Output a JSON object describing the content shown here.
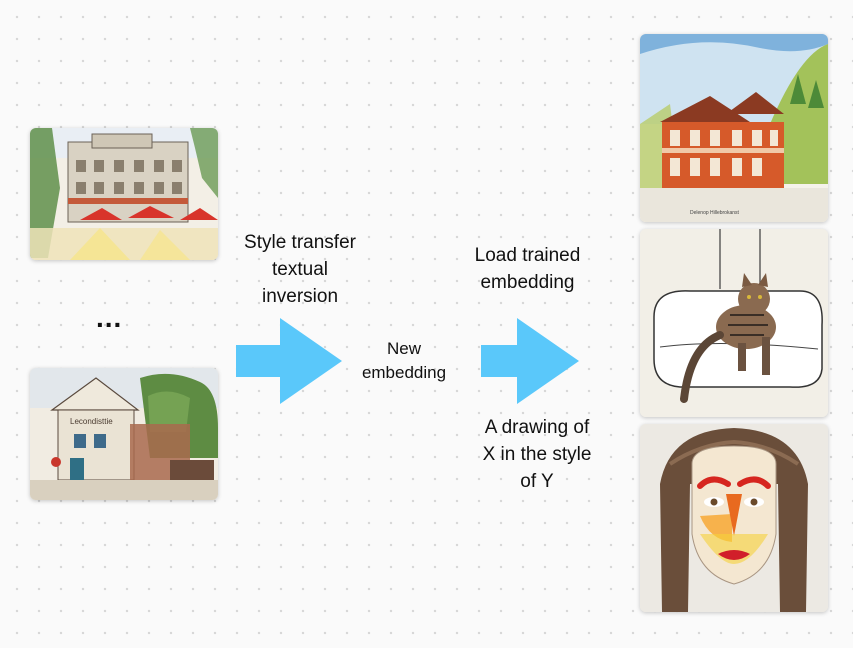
{
  "labels": {
    "style_transfer": "Style transfer\ntextual\ninversion",
    "new_embedding": "New\nembedding",
    "load_trained": "Load trained\nembedding",
    "prompt": "A drawing of\nX in the style\nof Y",
    "ellipsis": "..."
  },
  "sketch_signs": {
    "input_house_sign": "Lecondisttie",
    "output_house_caption": "Delenop Hillebrokanst"
  },
  "colors": {
    "arrow": "#5ac8fa",
    "dots": "#d6d6d6"
  }
}
